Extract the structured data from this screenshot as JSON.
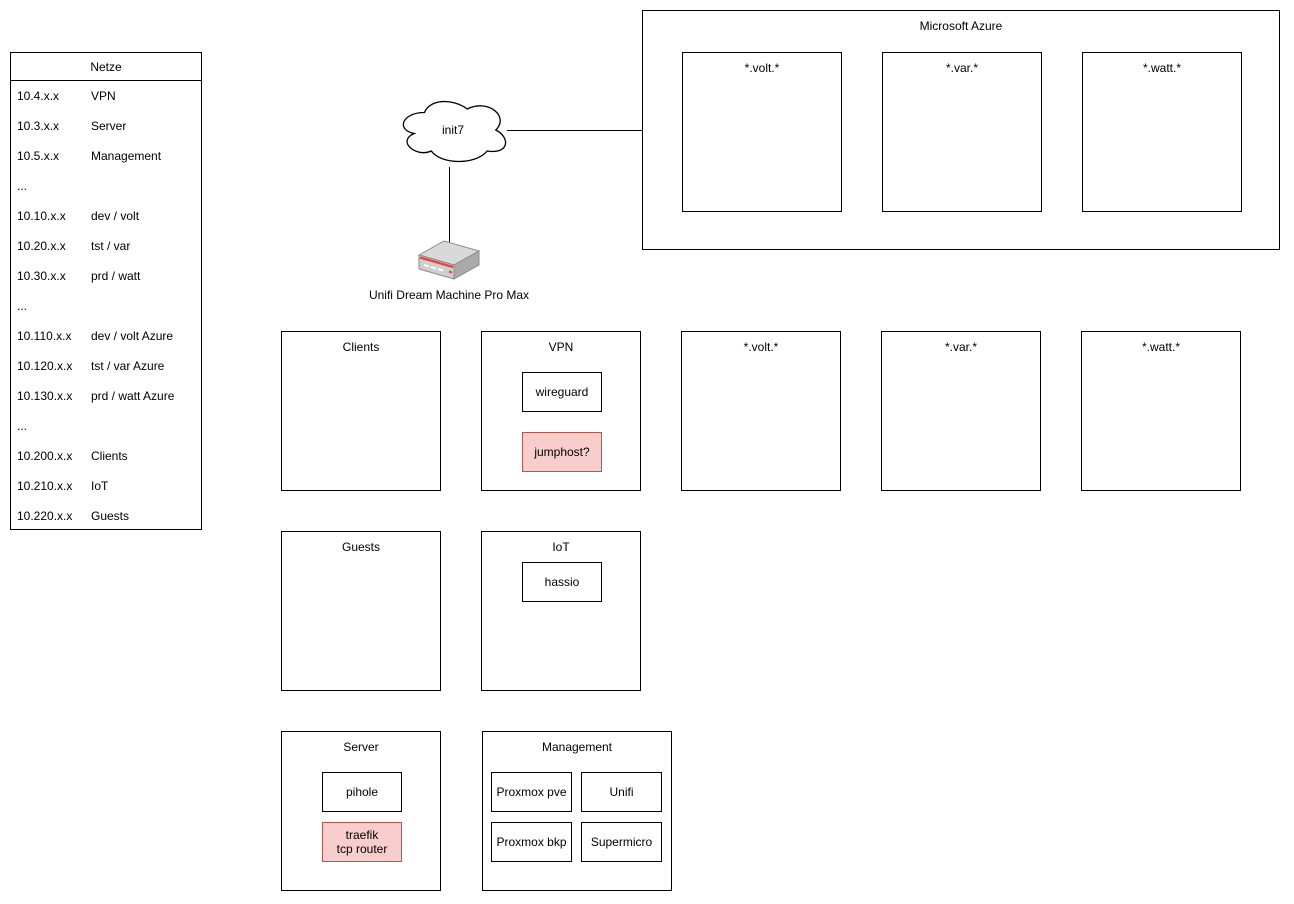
{
  "netze": {
    "title": "Netze",
    "rows": [
      {
        "cidr": "10.4.x.x",
        "label": "VPN"
      },
      {
        "cidr": "10.3.x.x",
        "label": "Server"
      },
      {
        "cidr": "10.5.x.x",
        "label": "Management"
      },
      {
        "cidr": "...",
        "label": ""
      },
      {
        "cidr": "10.10.x.x",
        "label": "dev / volt"
      },
      {
        "cidr": "10.20.x.x",
        "label": "tst / var"
      },
      {
        "cidr": "10.30.x.x",
        "label": "prd / watt"
      },
      {
        "cidr": "...",
        "label": ""
      },
      {
        "cidr": "10.110.x.x",
        "label": "dev / volt Azure"
      },
      {
        "cidr": "10.120.x.x",
        "label": "tst / var Azure"
      },
      {
        "cidr": "10.130.x.x",
        "label": "prd / watt Azure"
      },
      {
        "cidr": "...",
        "label": ""
      },
      {
        "cidr": "10.200.x.x",
        "label": "Clients"
      },
      {
        "cidr": "10.210.x.x",
        "label": "IoT"
      },
      {
        "cidr": "10.220.x.x",
        "label": "Guests"
      }
    ]
  },
  "internet": {
    "label": "init7"
  },
  "router": {
    "label": "Unifi Dream Machine Pro Max"
  },
  "azure": {
    "title": "Microsoft Azure",
    "volt": "*.volt.*",
    "var": "*.var.*",
    "watt": "*.watt.*"
  },
  "lan": {
    "clients": "Clients",
    "vpn": "VPN",
    "wireguard": "wireguard",
    "jumphost": "jumphost?",
    "volt": "*.volt.*",
    "var": "*.var.*",
    "watt": "*.watt.*",
    "guests": "Guests",
    "iot": "IoT",
    "hassio": "hassio",
    "server": "Server",
    "pihole": "pihole",
    "traefik": "traefik\ntcp router",
    "management": "Management",
    "proxmox_pve": "Proxmox pve",
    "unifi": "Unifi",
    "proxmox_bkp": "Proxmox bkp",
    "supermicro": "Supermicro"
  },
  "colors": {
    "highlight_fill": "#F8CECC",
    "highlight_stroke": "#B85450",
    "router_accent": "#E8433C"
  }
}
